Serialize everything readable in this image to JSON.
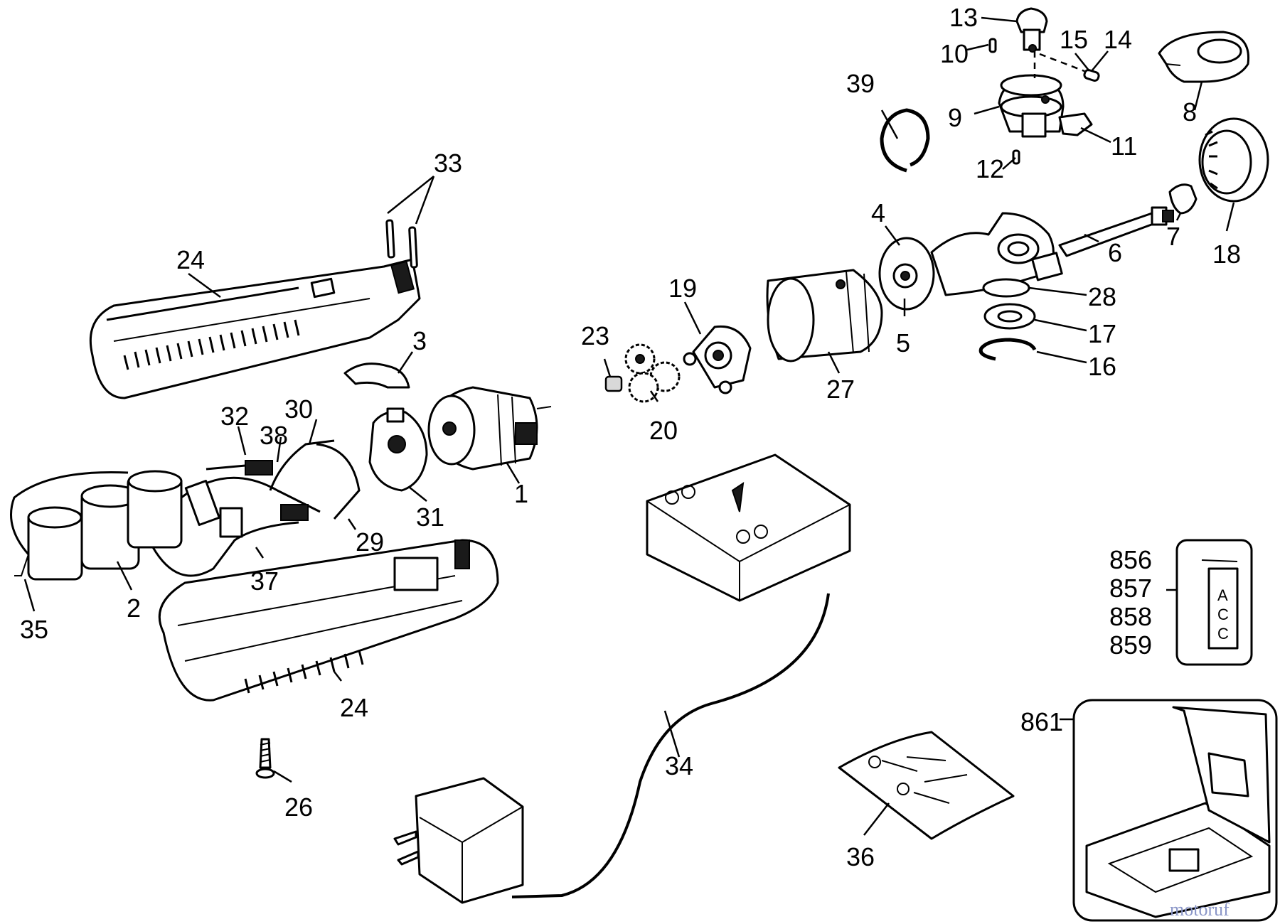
{
  "labels": {
    "l1": "1",
    "l2": "2",
    "l3": "3",
    "l4": "4",
    "l5": "5",
    "l6": "6",
    "l7": "7",
    "l8": "8",
    "l9": "9",
    "l10": "10",
    "l11": "11",
    "l12": "12",
    "l13": "13",
    "l14": "14",
    "l15": "15",
    "l16": "16",
    "l17": "17",
    "l18": "18",
    "l19": "19",
    "l20": "20",
    "l23": "23",
    "l24a": "24",
    "l24b": "24",
    "l26": "26",
    "l27": "27",
    "l28": "28",
    "l29": "29",
    "l30": "30",
    "l31": "31",
    "l32": "32",
    "l33": "33",
    "l34": "34",
    "l35": "35",
    "l36": "36",
    "l37": "37",
    "l38": "38",
    "l39": "39",
    "l856": "856",
    "l857": "857",
    "l858": "858",
    "l859": "859",
    "l861": "861"
  },
  "label_card_letters": [
    "A",
    "C",
    "C"
  ],
  "watermark": "motoruf"
}
